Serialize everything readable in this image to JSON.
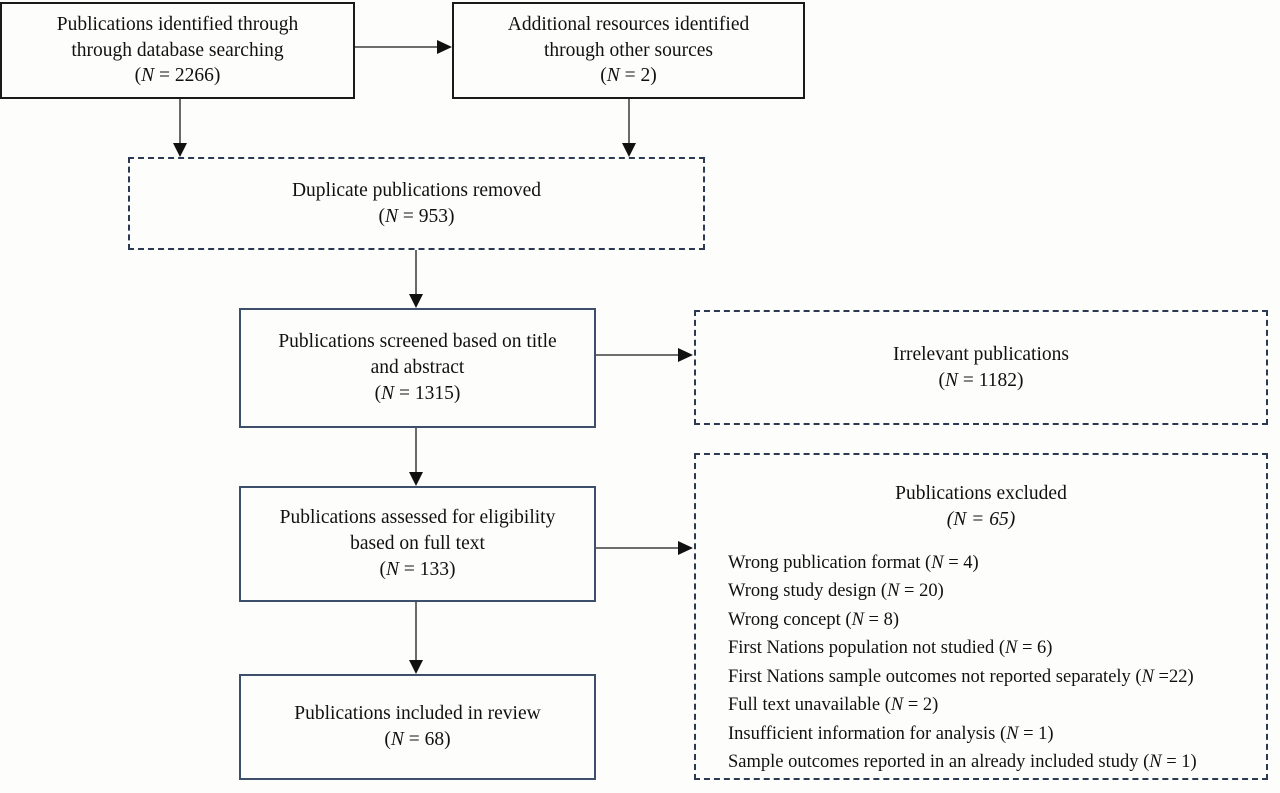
{
  "diagram": {
    "type": "prisma-flow-diagram",
    "title": "PRISMA study selection flow diagram",
    "colors": {
      "background": "#fdfdfb",
      "box_border_black": "#1a1a1a",
      "box_border_navy": "#3d4f6b",
      "dashed_border": "#2b3a52",
      "connector": "#5a5a5a",
      "text": "#111111"
    }
  },
  "boxes": {
    "identified_database": {
      "line1": "Publications identified through",
      "line2": "through database searching",
      "count_prefix": "(",
      "count_symbol": "N",
      "count_value": " = 2266)",
      "n_label": "2266"
    },
    "additional_sources": {
      "line1": "Additional resources identified",
      "line2": "through other sources",
      "count_prefix": "(",
      "count_symbol": "N",
      "count_value": " = 2)",
      "n_label": "2"
    },
    "duplicates_removed": {
      "line1": "Duplicate publications removed",
      "count_prefix": "(",
      "count_symbol": "N",
      "count_value": " = 953)",
      "n_label": "953"
    },
    "screened": {
      "line1": "Publications screened based on title",
      "line2": "and abstract",
      "count_prefix": "(",
      "count_symbol": "N",
      "count_value": " = 1315)",
      "n_label": "1315"
    },
    "irrelevant": {
      "line1": "Irrelevant publications",
      "count_prefix": "(",
      "count_symbol": "N",
      "count_value": " = 1182)",
      "n_label": "1182"
    },
    "eligibility": {
      "line1": "Publications assessed for eligibility",
      "line2": "based on full text",
      "count_prefix": "(",
      "count_symbol": "N",
      "count_value": " = 133)",
      "n_label": "133"
    },
    "excluded": {
      "line1": "Publications excluded",
      "count_prefix": "(",
      "count_symbol": "N",
      "count_value": " = 65)",
      "n_label": "65",
      "reasons": [
        {
          "text": "Wrong publication format (",
          "symbol": "N",
          "tail": " = 4)",
          "n": 4
        },
        {
          "text": "Wrong study design (",
          "symbol": "N",
          "tail": " = 20)",
          "n": 20
        },
        {
          "text": "Wrong concept (",
          "symbol": "N",
          "tail": " = 8)",
          "n": 8
        },
        {
          "text": "First Nations population not studied (",
          "symbol": "N",
          "tail": " = 6)",
          "n": 6
        },
        {
          "text": "First Nations sample outcomes not reported separately (",
          "symbol": "N",
          "tail": " =22)",
          "n": 22
        },
        {
          "text": "Full text unavailable (",
          "symbol": "N",
          "tail": " = 2)",
          "n": 2
        },
        {
          "text": "Insufficient information for analysis (",
          "symbol": "N",
          "tail": " = 1)",
          "n": 1
        },
        {
          "text": "Sample outcomes reported in an already included study (",
          "symbol": "N",
          "tail": " = 1)",
          "n": 1
        }
      ]
    },
    "included": {
      "line1": "Publications included in review",
      "count_prefix": "(",
      "count_symbol": "N",
      "count_value": " = 68)",
      "n_label": "68"
    }
  },
  "connectors": [
    {
      "name": "identified-to-additional",
      "direction": "right"
    },
    {
      "name": "identified-to-duplicates",
      "direction": "down"
    },
    {
      "name": "additional-to-duplicates",
      "direction": "down"
    },
    {
      "name": "duplicates-to-screened",
      "direction": "down"
    },
    {
      "name": "screened-to-irrelevant",
      "direction": "right"
    },
    {
      "name": "screened-to-eligibility",
      "direction": "down"
    },
    {
      "name": "eligibility-to-excluded",
      "direction": "right"
    },
    {
      "name": "eligibility-to-included",
      "direction": "down"
    }
  ]
}
